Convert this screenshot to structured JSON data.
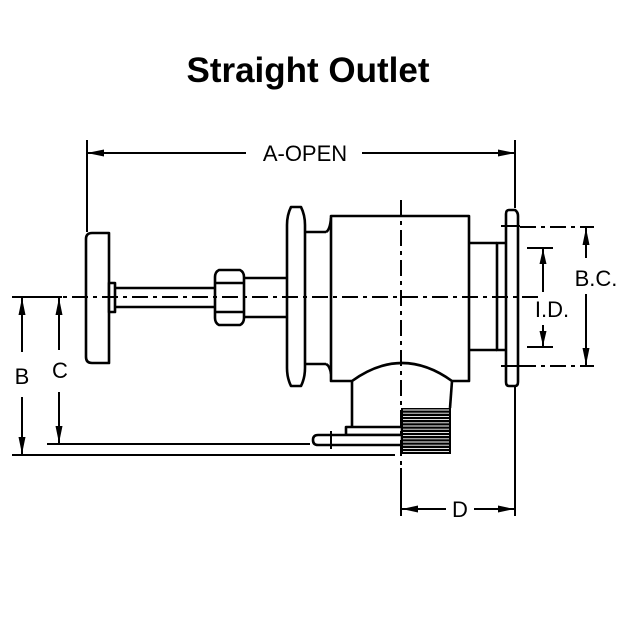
{
  "title": "Straight Outlet",
  "dimensions": {
    "a_open": "A-OPEN",
    "b": "B",
    "c": "C",
    "d": "D",
    "bc": "B.C.",
    "id": "I.D."
  },
  "colors": {
    "line": "#000000",
    "background": "#ffffff"
  }
}
